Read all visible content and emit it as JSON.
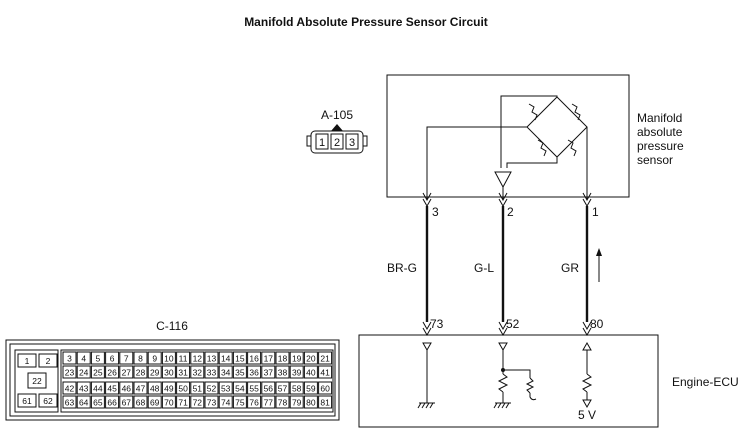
{
  "title": "Manifold Absolute Pressure Sensor Circuit",
  "connector_a105": {
    "label": "A-105",
    "pins": [
      "1",
      "2",
      "3"
    ]
  },
  "sensor": {
    "label_lines": [
      "Manifold",
      "absolute",
      "pressure",
      "sensor"
    ],
    "pins": [
      "3",
      "2",
      "1"
    ]
  },
  "wires": [
    {
      "color": "BR-G",
      "sensor_pin": "3",
      "ecu_pin": "73"
    },
    {
      "color": "G-L",
      "sensor_pin": "2",
      "ecu_pin": "52"
    },
    {
      "color": "GR",
      "sensor_pin": "1",
      "ecu_pin": "80"
    }
  ],
  "ecu": {
    "label": "Engine-ECU",
    "supply": "5 V"
  },
  "connector_c116": {
    "label": "C-116",
    "left_pins": [
      "1",
      "2",
      "22",
      "61",
      "62"
    ],
    "rows": [
      [
        "3",
        "4",
        "5",
        "6",
        "7",
        "8",
        "9",
        "10",
        "11",
        "12",
        "13",
        "14",
        "15",
        "16",
        "17",
        "18",
        "19",
        "20",
        "21"
      ],
      [
        "23",
        "24",
        "25",
        "26",
        "27",
        "28",
        "29",
        "30",
        "31",
        "32",
        "33",
        "34",
        "35",
        "36",
        "37",
        "38",
        "39",
        "40",
        "41"
      ],
      [
        "42",
        "43",
        "44",
        "45",
        "46",
        "47",
        "48",
        "49",
        "50",
        "51",
        "52",
        "53",
        "54",
        "55",
        "56",
        "57",
        "58",
        "59",
        "60"
      ],
      [
        "63",
        "64",
        "65",
        "66",
        "67",
        "68",
        "69",
        "70",
        "71",
        "72",
        "73",
        "74",
        "75",
        "76",
        "77",
        "78",
        "79",
        "80",
        "81"
      ]
    ]
  }
}
